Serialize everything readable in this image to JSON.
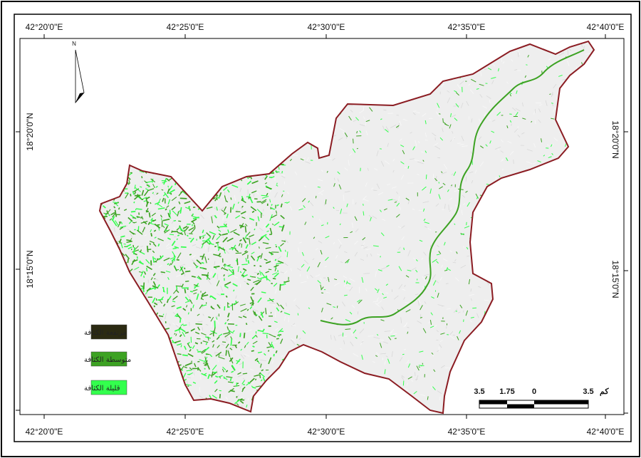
{
  "map": {
    "graticule_top": [
      "42°20'0\"E",
      "42°25'0\"E",
      "42°30'0\"E",
      "42°35'0\"E",
      "42°40'0\"E"
    ],
    "graticule_bottom": [
      "42°20'0\"E",
      "42°25'0\"E",
      "42°30'0\"E",
      "42°35'0\"E",
      "42°40'0\"E"
    ],
    "graticule_left": [
      "18°20'0\"N",
      "18°15'0\"N"
    ],
    "graticule_right": [
      "18°20'0\"N",
      "18°15'0\"N"
    ],
    "north_label": "N",
    "legend": [
      {
        "label": "مرتفعة الكثافة",
        "color": "#2b2a12"
      },
      {
        "label": "متوسطة الكثافة",
        "color": "#3ca222"
      },
      {
        "label": "قليلة الكثافة",
        "color": "#33ff4d"
      }
    ],
    "scale_labels": [
      "3.5",
      "1.75",
      "0",
      "3.5"
    ],
    "scale_unit": "كم",
    "colors": {
      "boundary": "#8b1c22",
      "terrain": "#eeeeee",
      "vegetation_medium": "#3ca222",
      "vegetation_low": "#33ff4d"
    }
  }
}
